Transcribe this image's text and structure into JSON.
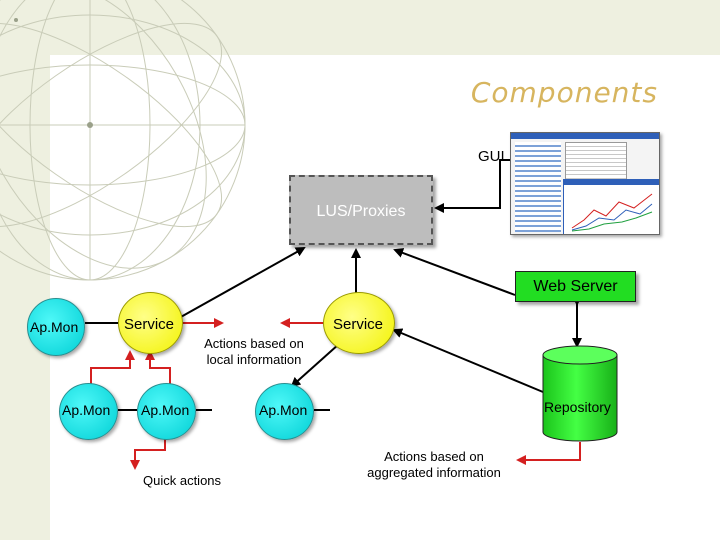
{
  "title": "Components",
  "nodes": {
    "gui": "GUI",
    "lus": "LUS/Proxies",
    "web_server": "Web Server",
    "service_left": "Service",
    "service_right": "Service",
    "apmon_top_left": "Ap.Mon",
    "apmon_bottom_1": "Ap.Mon",
    "apmon_bottom_2": "Ap.Mon",
    "apmon_bottom_3": "Ap.Mon",
    "repository": "Repository"
  },
  "annotations": {
    "local_line1": "Actions based on",
    "local_line2": "local information",
    "quick": "Quick actions",
    "aggregated_line1": "Actions based on",
    "aggregated_line2": "aggregated information"
  },
  "colors": {
    "title": "#d7b55f",
    "node_cyan": "#00cfd4",
    "node_yellow": "#f2f200",
    "web_server_green": "#22dd22",
    "repository_green": "#22dd22",
    "red_arrow": "#d42020",
    "lus_gray": "#bdbdbd"
  }
}
